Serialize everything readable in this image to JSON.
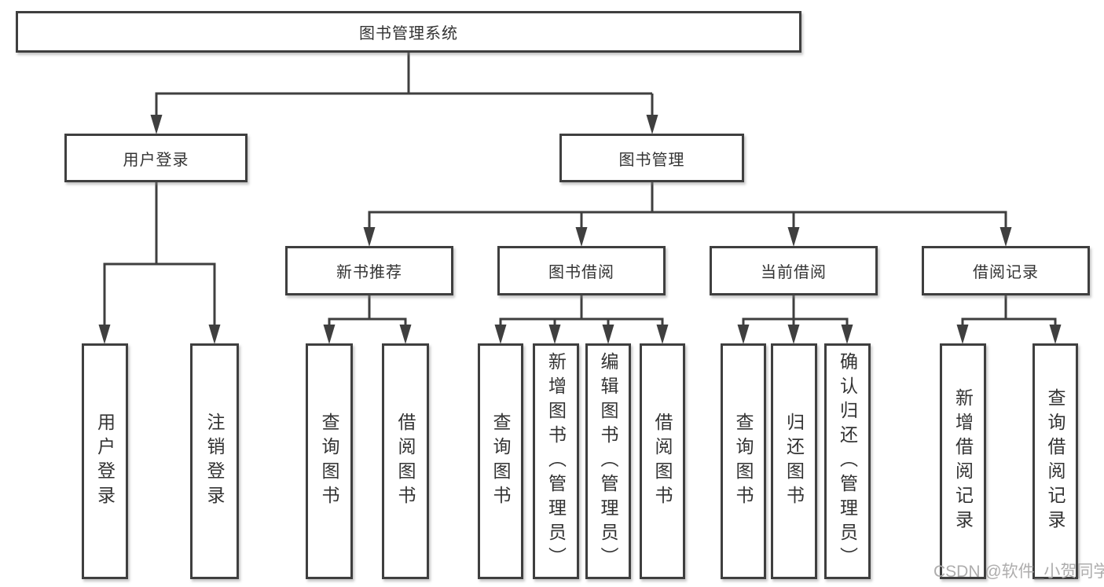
{
  "diagram": {
    "root": {
      "label": "图书管理系统"
    },
    "level2": [
      {
        "label": "用户登录"
      },
      {
        "label": "图书管理"
      }
    ],
    "level3": [
      {
        "label": "新书推荐"
      },
      {
        "label": "图书借阅"
      },
      {
        "label": "当前借阅"
      },
      {
        "label": "借阅记录"
      }
    ],
    "children": {
      "user_login": [
        "用户登录",
        "注销登录"
      ],
      "new_books": [
        "查询图书",
        "借阅图书"
      ],
      "borrowing": [
        "查询图书",
        "新增图书（管理员）",
        "编辑图书（管理员）",
        "借阅图书"
      ],
      "current": [
        "查询图书",
        "归还图书",
        "确认归还（管理员）"
      ],
      "records": [
        "新增借阅记录",
        "查询借阅记录"
      ]
    }
  },
  "watermark": "CSDN @软件_小贺同学",
  "colors": {
    "line": "#3f3f3f",
    "box_border": "#3f3f3f",
    "text": "#333333",
    "watermark": "#aeadad",
    "background": "#ffffff"
  }
}
